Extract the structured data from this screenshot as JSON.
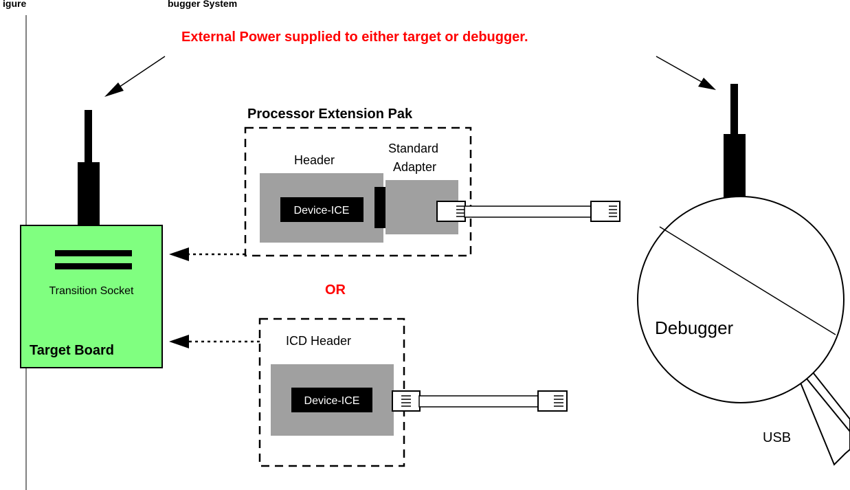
{
  "caption": "igure",
  "caption_tail": "bugger System",
  "power_note": "External Power supplied to either target or debugger.",
  "pep_title": "Processor Extension Pak",
  "header_label": "Header",
  "adapter_label_line1": "Standard",
  "adapter_label_line2": "Adapter",
  "device_ice_1": "Device-ICE",
  "device_ice_2": "Device-ICE",
  "or_label": "OR",
  "icd_header_label": "ICD Header",
  "transition_socket_label": "Transition Socket",
  "target_board_label": "Target Board",
  "debugger_label": "Debugger",
  "usb_label": "USB",
  "colors": {
    "target_board_fill": "#80ff80",
    "header_fill": "#a0a0a0",
    "accent_red": "#ff0000"
  }
}
